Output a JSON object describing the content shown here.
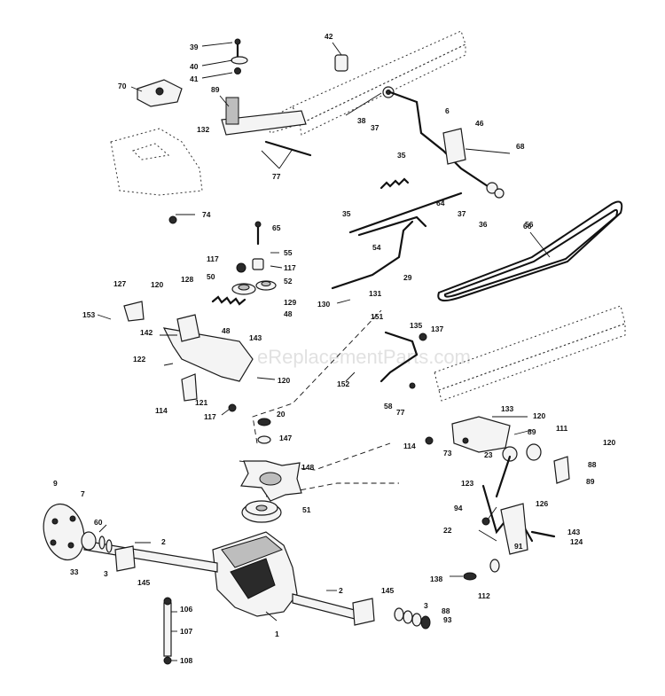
{
  "watermark": "eReplacementParts.com",
  "callouts": {
    "c39": "39",
    "c40": "40",
    "c41": "41",
    "c42": "42",
    "c70": "70",
    "c89a": "89",
    "c38": "38",
    "c37a": "37",
    "c6": "6",
    "c46": "46",
    "c68": "68",
    "c132": "132",
    "c77a": "77",
    "c35a": "35",
    "c35b": "35",
    "c64": "64",
    "c37b": "37",
    "c36": "36",
    "c74": "74",
    "c65": "65",
    "c55": "55",
    "c117a": "117",
    "c117b": "117",
    "c56": "56",
    "c54": "54",
    "c66": "66",
    "c50": "50",
    "c52": "52",
    "c29": "29",
    "c127": "127",
    "c120a": "120",
    "c128": "128",
    "c129": "129",
    "c48a": "48",
    "c48b": "48",
    "c153": "153",
    "c142": "142",
    "c143a": "143",
    "c131": "131",
    "c130": "130",
    "c151": "151",
    "c135": "135",
    "c137": "137",
    "c122": "122",
    "c120b": "120",
    "c152": "152",
    "c114a": "114",
    "c121": "121",
    "c117c": "117",
    "c20": "20",
    "c58": "58",
    "c77b": "77",
    "c133": "133",
    "c120c": "120",
    "c147": "147",
    "c114b": "114",
    "c89b": "89",
    "c111": "111",
    "c120d": "120",
    "c73": "73",
    "c23": "23",
    "c88": "88",
    "c148": "148",
    "c123": "123",
    "c89c": "89",
    "c9": "9",
    "c7": "7",
    "c51": "51",
    "c94": "94",
    "c126": "126",
    "c143b": "143",
    "c124": "124",
    "c60": "60",
    "c2a": "2",
    "c22": "22",
    "c91": "91",
    "c33": "33",
    "c3a": "3",
    "c145a": "145",
    "c138": "138",
    "c112": "112",
    "c2b": "2",
    "c145b": "145",
    "c3b": "3",
    "c88b": "88",
    "c93": "93",
    "c106": "106",
    "c107": "107",
    "c1": "1",
    "c108": "108"
  }
}
